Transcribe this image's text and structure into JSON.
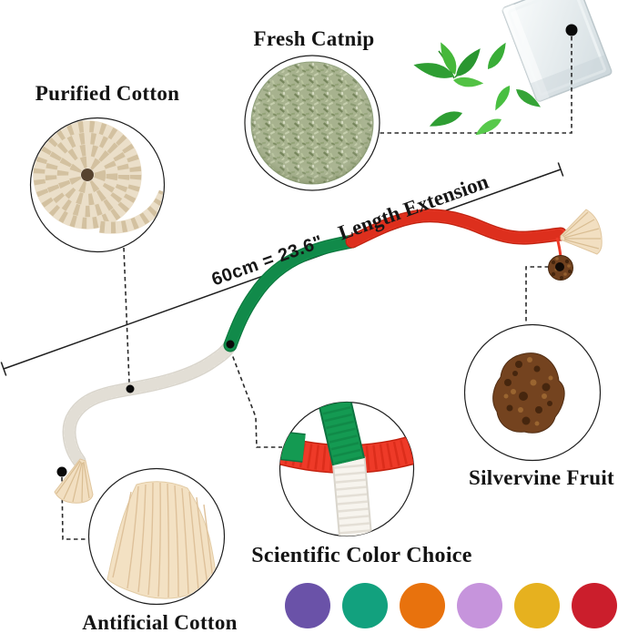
{
  "callouts": {
    "purified_cotton": "Purified Cotton",
    "fresh_catnip": "Fresh Catnip",
    "silvervine_fruit": "Silvervine Fruit",
    "antificial_cotton": "Antificial Cotton",
    "scientific_color_choice": "Scientific Color Choice"
  },
  "measurement": {
    "value": "60cm = 23.6\"",
    "label": "Length Extension"
  },
  "rope_colors": {
    "white": "#f7f4ee",
    "green": "#149a52",
    "red": "#ee3a28"
  },
  "palette": {
    "colors": [
      "#6a52a8",
      "#12a17e",
      "#e8720d",
      "#c694dc",
      "#e6b11f",
      "#cb1e2c"
    ]
  }
}
